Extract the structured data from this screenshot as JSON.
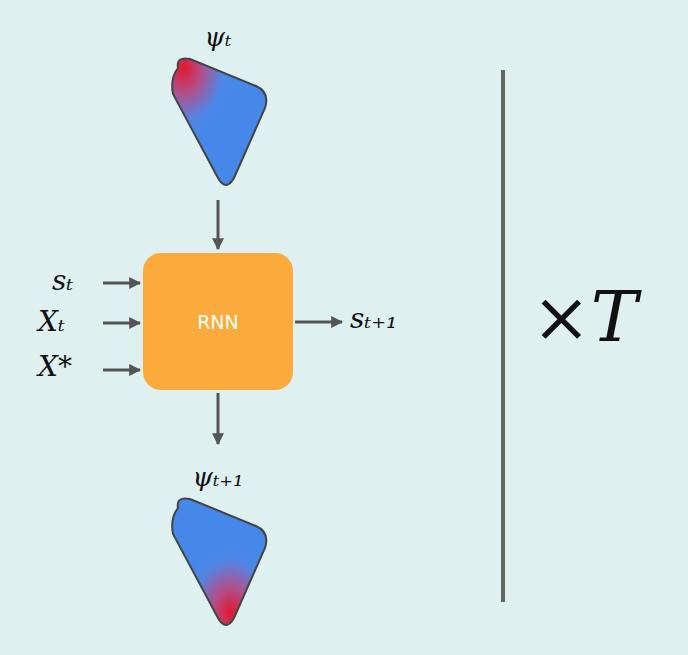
{
  "diagram": {
    "nodes": [
      {
        "text": [
          "ψₜ"
        ]
      },
      {
        "text": [
          "RNN"
        ]
      },
      {
        "text": [
          "ψₜ₊₁"
        ]
      }
    ],
    "edges": [
      {
        "from": 0,
        "to": 1,
        "arrow": "to"
      },
      {
        "from": 1,
        "to": 2,
        "arrow": "to"
      }
    ],
    "labels": [
      "sₜ",
      "Xₜ",
      "X*",
      "sₜ₊₁",
      "×T"
    ]
  }
}
